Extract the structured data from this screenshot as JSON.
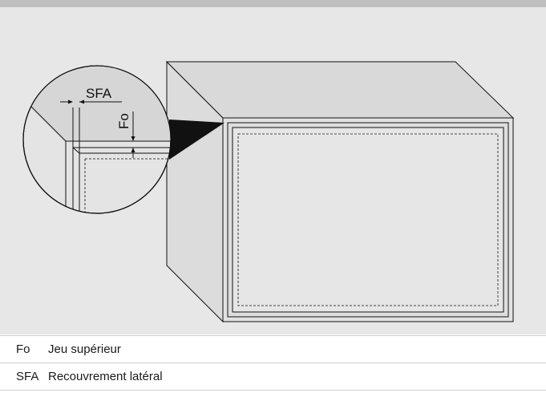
{
  "diagram": {
    "labels": {
      "sfa": "SFA",
      "fo": "Fo"
    }
  },
  "legend": [
    {
      "code": "Fo",
      "description": "Jeu supérieur"
    },
    {
      "code": "SFA",
      "description": "Recouvrement latéral"
    }
  ],
  "colors": {
    "background": "#e7e7e7",
    "panel": "#d9d9d9",
    "line": "#111111"
  }
}
